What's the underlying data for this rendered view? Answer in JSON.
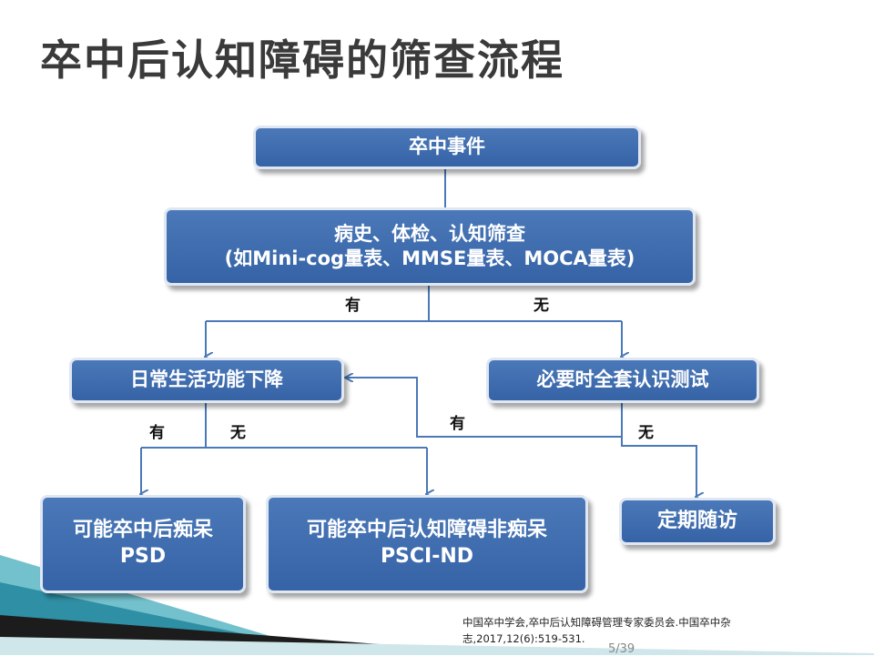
{
  "slide": {
    "title": "卒中后认知障碍的筛查流程",
    "page_number": "5/39"
  },
  "nodes": {
    "stroke_event": {
      "label": "卒中事件"
    },
    "screening": {
      "line1": "病史、体检、认知筛查",
      "line2": "(如Mini-cog量表、MMSE量表、MOCA量表)"
    },
    "adl_decline": {
      "label": "日常生活功能下降"
    },
    "full_test": {
      "label": "必要时全套认识测试"
    },
    "psd": {
      "line1": "可能卒中后痴呆",
      "line2": "PSD"
    },
    "psci_nd": {
      "line1": "可能卒中后认知障碍非痴呆",
      "line2": "PSCI-ND"
    },
    "follow_up": {
      "label": "定期随访"
    }
  },
  "edge_labels": {
    "screening_yes": "有",
    "screening_no": "无",
    "adl_yes": "有",
    "adl_no": "无",
    "test_yes": "有",
    "test_no": "无"
  },
  "citation": {
    "line1": "中国卒中学会,卒中后认知障碍管理专家委员会.中国卒中杂",
    "line2": "志,2017,12(6):519-531."
  },
  "colors": {
    "box_fill": "#3d6cb0",
    "connector": "#4a78b8",
    "teal_accent": "#3fa7b8"
  }
}
